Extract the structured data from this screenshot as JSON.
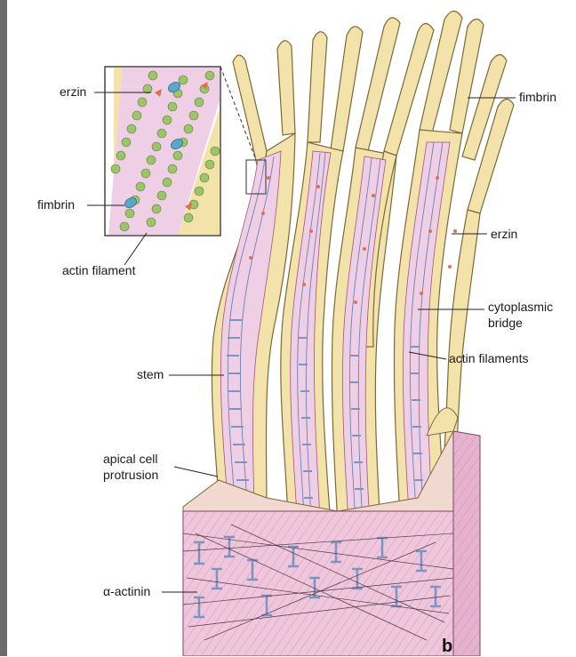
{
  "labels": {
    "erzin_inset": "erzin",
    "fimbrin_inset": "fimbrin",
    "actin_filament": "actin filament",
    "fimbrin_right": "fimbrin",
    "erzin_right": "erzin",
    "cytoplasmic_bridge_1": "cytoplasmic",
    "cytoplasmic_bridge_2": "bridge",
    "actin_filaments": "actin filaments",
    "stem": "stem",
    "apical_1": "apical cell",
    "apical_2": "protrusion",
    "alpha_actinin": "α-actinin"
  },
  "panel_letter": "b",
  "colors": {
    "stereocilia": "#f3e2a9",
    "stereocilia_outline": "#7a6a3a",
    "core": "#efcfe6",
    "block_top": "#f2d9cf",
    "block_front": "#f0c6dc",
    "block_side": "#e7b2cd",
    "actin_green": "#9cc56a",
    "fimbrin_blue": "#5aa8c8",
    "erzin_red": "#e0704a",
    "crosslink_blue": "#7d93c2"
  }
}
